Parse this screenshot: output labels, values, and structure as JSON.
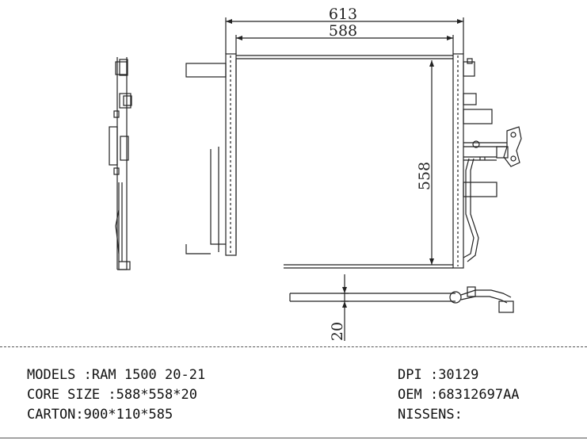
{
  "dimensions": {
    "overall_width": "613",
    "core_width": "588",
    "core_height": "558",
    "core_thickness": "20"
  },
  "specs": {
    "models_label": "MODELS :",
    "models_value": "RAM 1500 20-21",
    "core_size_label": "CORE SIZE :",
    "core_size_value": "588*558*20",
    "carton_label": "CARTON:",
    "carton_value": "900*110*585",
    "dpi_label": "DPI :",
    "dpi_value": "30129",
    "oem_label": "OEM :",
    "oem_value": "68312697AA",
    "nissens_label": "NISSENS:",
    "nissens_value": ""
  }
}
